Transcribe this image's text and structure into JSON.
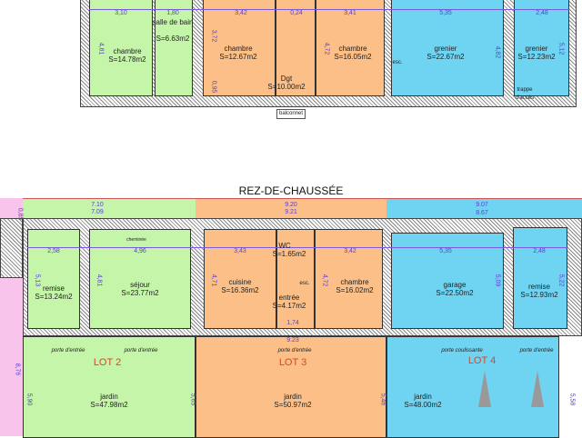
{
  "upper_floor": {
    "rooms": [
      {
        "name": "chambre",
        "area": "S=14.78m2"
      },
      {
        "name": "salle de bain",
        "area": "S=6.63m2"
      },
      {
        "name": "chambre",
        "area": "S=12.67m2"
      },
      {
        "name": "Dgt",
        "area": "S=10.00m2"
      },
      {
        "name": "chambre",
        "area": "S=16.05m2"
      },
      {
        "name": "grenier",
        "area": "S=22.67m2"
      },
      {
        "name": "grenier",
        "area": "S=12.23m2"
      }
    ],
    "dims": [
      "3,10",
      "1,80",
      "3,42",
      "0,24",
      "3,41",
      "5,35",
      "2,48",
      "4,81",
      "3,72",
      "0,95",
      "4,72",
      "4,82",
      "5,12"
    ],
    "labels": {
      "esc": "esc.",
      "trappe": "trappe d'accès",
      "balconnet": "balconnet"
    }
  },
  "ground_floor": {
    "title": "REZ-DE-CHAUSSÉE",
    "rooms": [
      {
        "name": "remise",
        "area": "S=13.24m2"
      },
      {
        "name": "séjour",
        "area": "S=23.77m2"
      },
      {
        "name": "cuisine",
        "area": "S=16.36m2"
      },
      {
        "name": "WC",
        "area": "S=1.65m2"
      },
      {
        "name": "entrée",
        "area": "S=4.17m2"
      },
      {
        "name": "chambre",
        "area": "S=16.02m2"
      },
      {
        "name": "garage",
        "area": "S=22.50m2"
      },
      {
        "name": "remise",
        "area": "S=12.93m2"
      }
    ],
    "dims": [
      "7.10",
      "7.09",
      "9.20",
      "9.21",
      "9.07",
      "8.67",
      "2,58",
      "4,96",
      "3,43",
      "3,42",
      "5,35",
      "2,48",
      "5,13",
      "4,81",
      "4,71",
      "4,72",
      "5,09",
      "5,22",
      "0,85",
      "1,74",
      "9.23"
    ],
    "labels": {
      "esc": "esc.",
      "cheminee": "cheminée"
    },
    "doors": [
      "porte d'entrée",
      "porte d'entrée",
      "porte d'entrée",
      "porte coulissante",
      "porte d'entrée"
    ]
  },
  "gardens": [
    {
      "lot": "LOT 2",
      "name": "jardin",
      "area": "S=47.98m2"
    },
    {
      "lot": "LOT 3",
      "name": "jardin",
      "area": "S=50.97m2"
    },
    {
      "lot": "LOT 4",
      "name": "jardin",
      "area": "S=48.00m2"
    }
  ],
  "garden_dims": [
    "8,76",
    "5,90",
    "5,65",
    "5,46",
    "5,58"
  ],
  "colors": {
    "lot2": "#c4f5a8",
    "lot3": "#fbbf87",
    "lot4": "#6fd3f2",
    "lot1": "#f9c4ec",
    "dimension": "#5a3fcf",
    "lot_label": "#d24a2a"
  }
}
